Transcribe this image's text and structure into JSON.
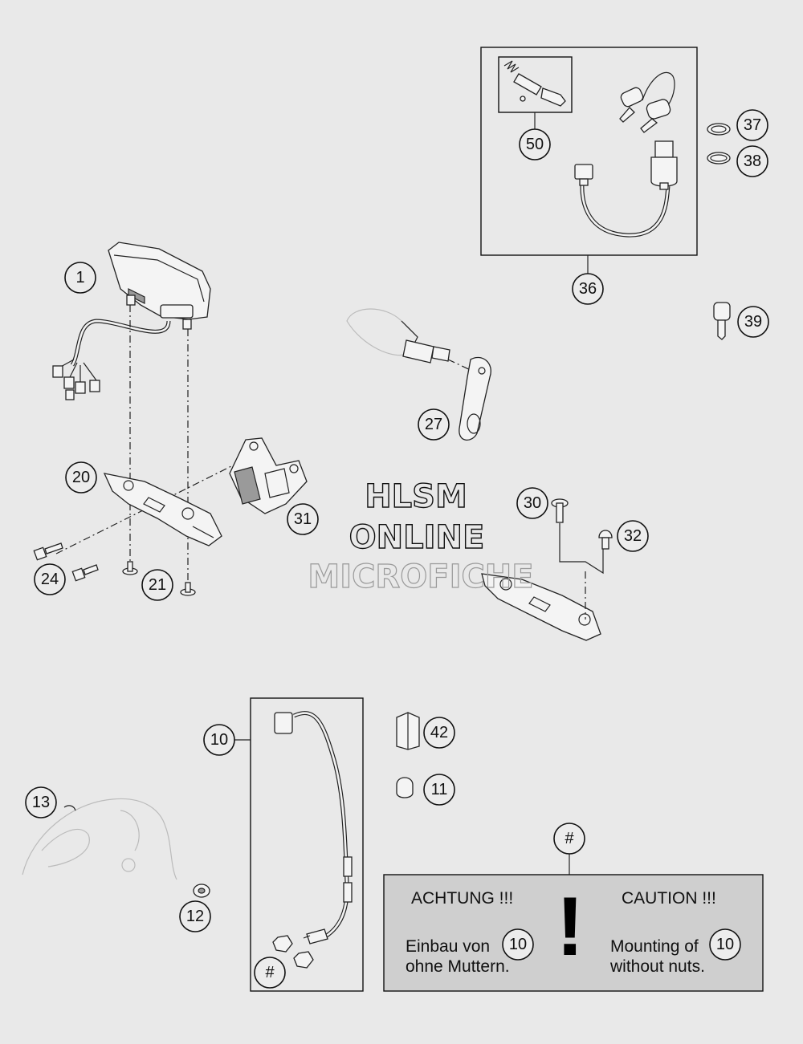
{
  "watermark": [
    "HLSM",
    "ONLINE",
    "MICROFICHE"
  ],
  "callouts": [
    "1",
    "10",
    "11",
    "12",
    "13",
    "20",
    "21",
    "24",
    "27",
    "30",
    "31",
    "32",
    "36",
    "37",
    "38",
    "39",
    "42",
    "50",
    "#"
  ],
  "warning": {
    "de_title": "ACHTUNG !!!",
    "de_line1": "Einbau von",
    "de_line2": "ohne Muttern.",
    "en_title": "CAUTION !!!",
    "en_line1": "Mounting of",
    "en_line2": "without nuts.",
    "ref": "10",
    "mark": "!"
  }
}
